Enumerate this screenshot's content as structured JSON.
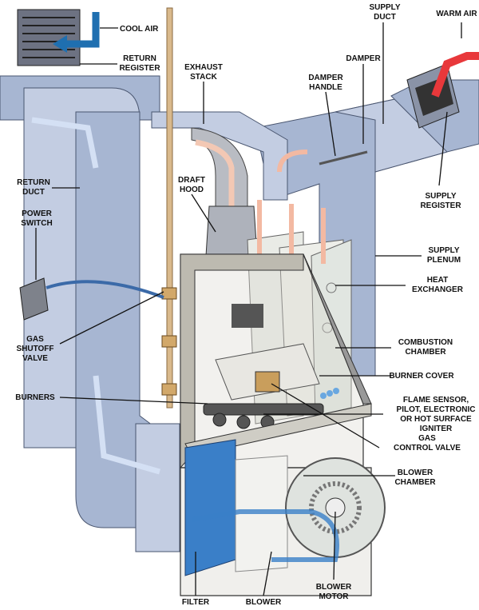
{
  "labels": {
    "cool_air": [
      "COOL AIR"
    ],
    "return_register": [
      "RETURN",
      "REGISTER"
    ],
    "exhaust_stack": [
      "EXHAUST",
      "STACK"
    ],
    "supply_duct": [
      "SUPPLY",
      "DUCT"
    ],
    "warm_air": [
      "WARM AIR"
    ],
    "damper": [
      "DAMPER"
    ],
    "damper_handle": [
      "DAMPER",
      "HANDLE"
    ],
    "return_duct": [
      "RETURN",
      "DUCT"
    ],
    "supply_register": [
      "SUPPLY",
      "REGISTER"
    ],
    "draft_hood": [
      "DRAFT",
      "HOOD"
    ],
    "power_switch": [
      "POWER",
      "SWITCH"
    ],
    "supply_plenum": [
      "SUPPLY",
      "PLENUM"
    ],
    "heat_exchanger": [
      "HEAT",
      "EXCHANGER"
    ],
    "gas_shutoff_valve": [
      "GAS",
      "SHUTOFF",
      "VALVE"
    ],
    "combustion_chamber": [
      "COMBUSTION",
      "CHAMBER"
    ],
    "burner_cover": [
      "BURNER COVER"
    ],
    "burners": [
      "BURNERS"
    ],
    "flame_sensor": [
      "FLAME SENSOR,",
      "PILOT, ELECTRONIC",
      "OR HOT SURFACE",
      "IGNITER"
    ],
    "gas_control_valve": [
      "GAS",
      "CONTROL VALVE"
    ],
    "blower_chamber": [
      "BLOWER",
      "CHAMBER"
    ],
    "filter": [
      "FILTER"
    ],
    "blower": [
      "BLOWER"
    ],
    "blower_motor": [
      "BLOWER",
      "MOTOR"
    ]
  },
  "colors": {
    "duct": "#a7b6d2",
    "cool_air_arrow": "#1f6fb0",
    "warm_air_arrow": "#e8383b",
    "hot_flow_arrow": "#f3b9a2",
    "filter": "#3a7fc8",
    "cabinet": "#d9d7cf"
  }
}
